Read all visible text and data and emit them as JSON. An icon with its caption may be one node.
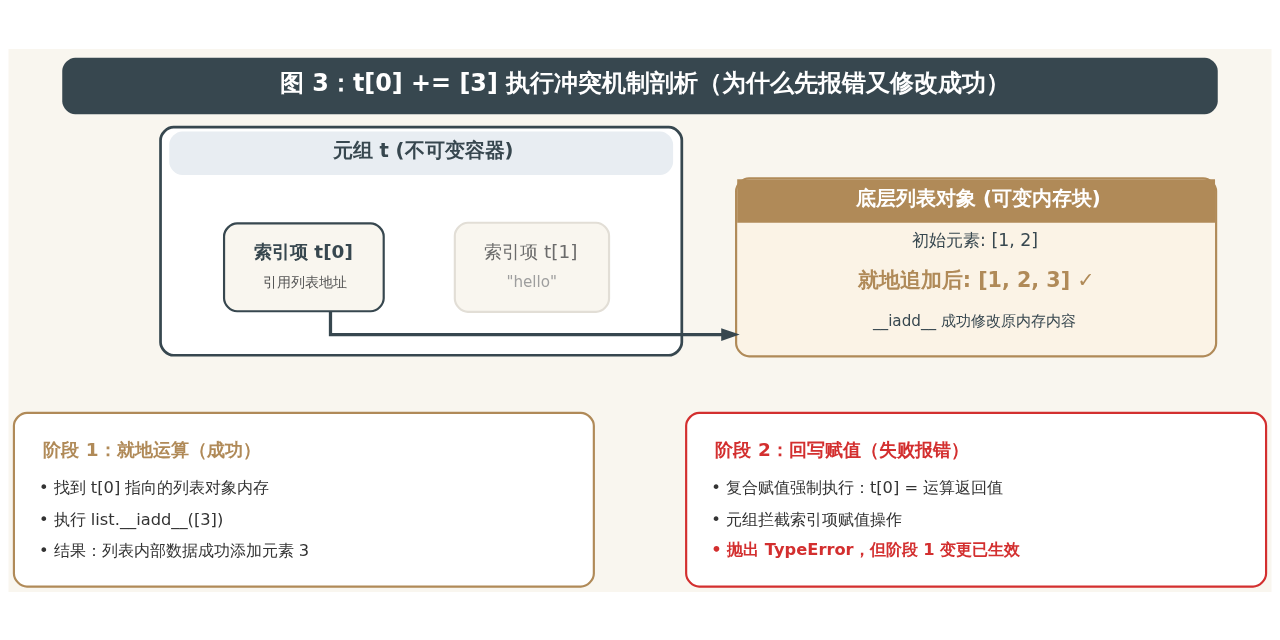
{
  "diagram": {
    "title": "图 3：t[0] += [3] 执行冲突机制剖析（为什么先报错又修改成功）",
    "nodes": [
      {
        "text": [
          "元组 t (不可变容器)"
        ]
      },
      {
        "text": [
          "索引项 t[0]",
          "引用列表地址"
        ],
        "in": 0
      },
      {
        "text": [
          "索引项 t[1]",
          "\"hello\""
        ],
        "in": 0
      },
      {
        "text": [
          "底层列表对象 (可变内存块)",
          "初始元素: [1, 2]",
          "就地追加后: [1, 2, 3] ✓",
          "__iadd__ 成功修改原内存内容"
        ]
      },
      {
        "text": [
          "阶段 1：就地运算（成功）",
          "• 找到 t[0] 指向的列表对象内存",
          "• 执行 list.__iadd__([3])",
          "• 结果：列表内部数据成功添加元素 3"
        ]
      },
      {
        "text": [
          "阶段 2：回写赋值（失败报错）",
          "• 复合赋值强制执行：t[0] = 运算返回值",
          "• 元组拦截索引项赋值操作",
          "• 抛出 TypeError，但阶段 1 变更已生效"
        ]
      }
    ],
    "edges": [
      {
        "from": 1,
        "to": 3,
        "arrow": "to"
      }
    ]
  }
}
